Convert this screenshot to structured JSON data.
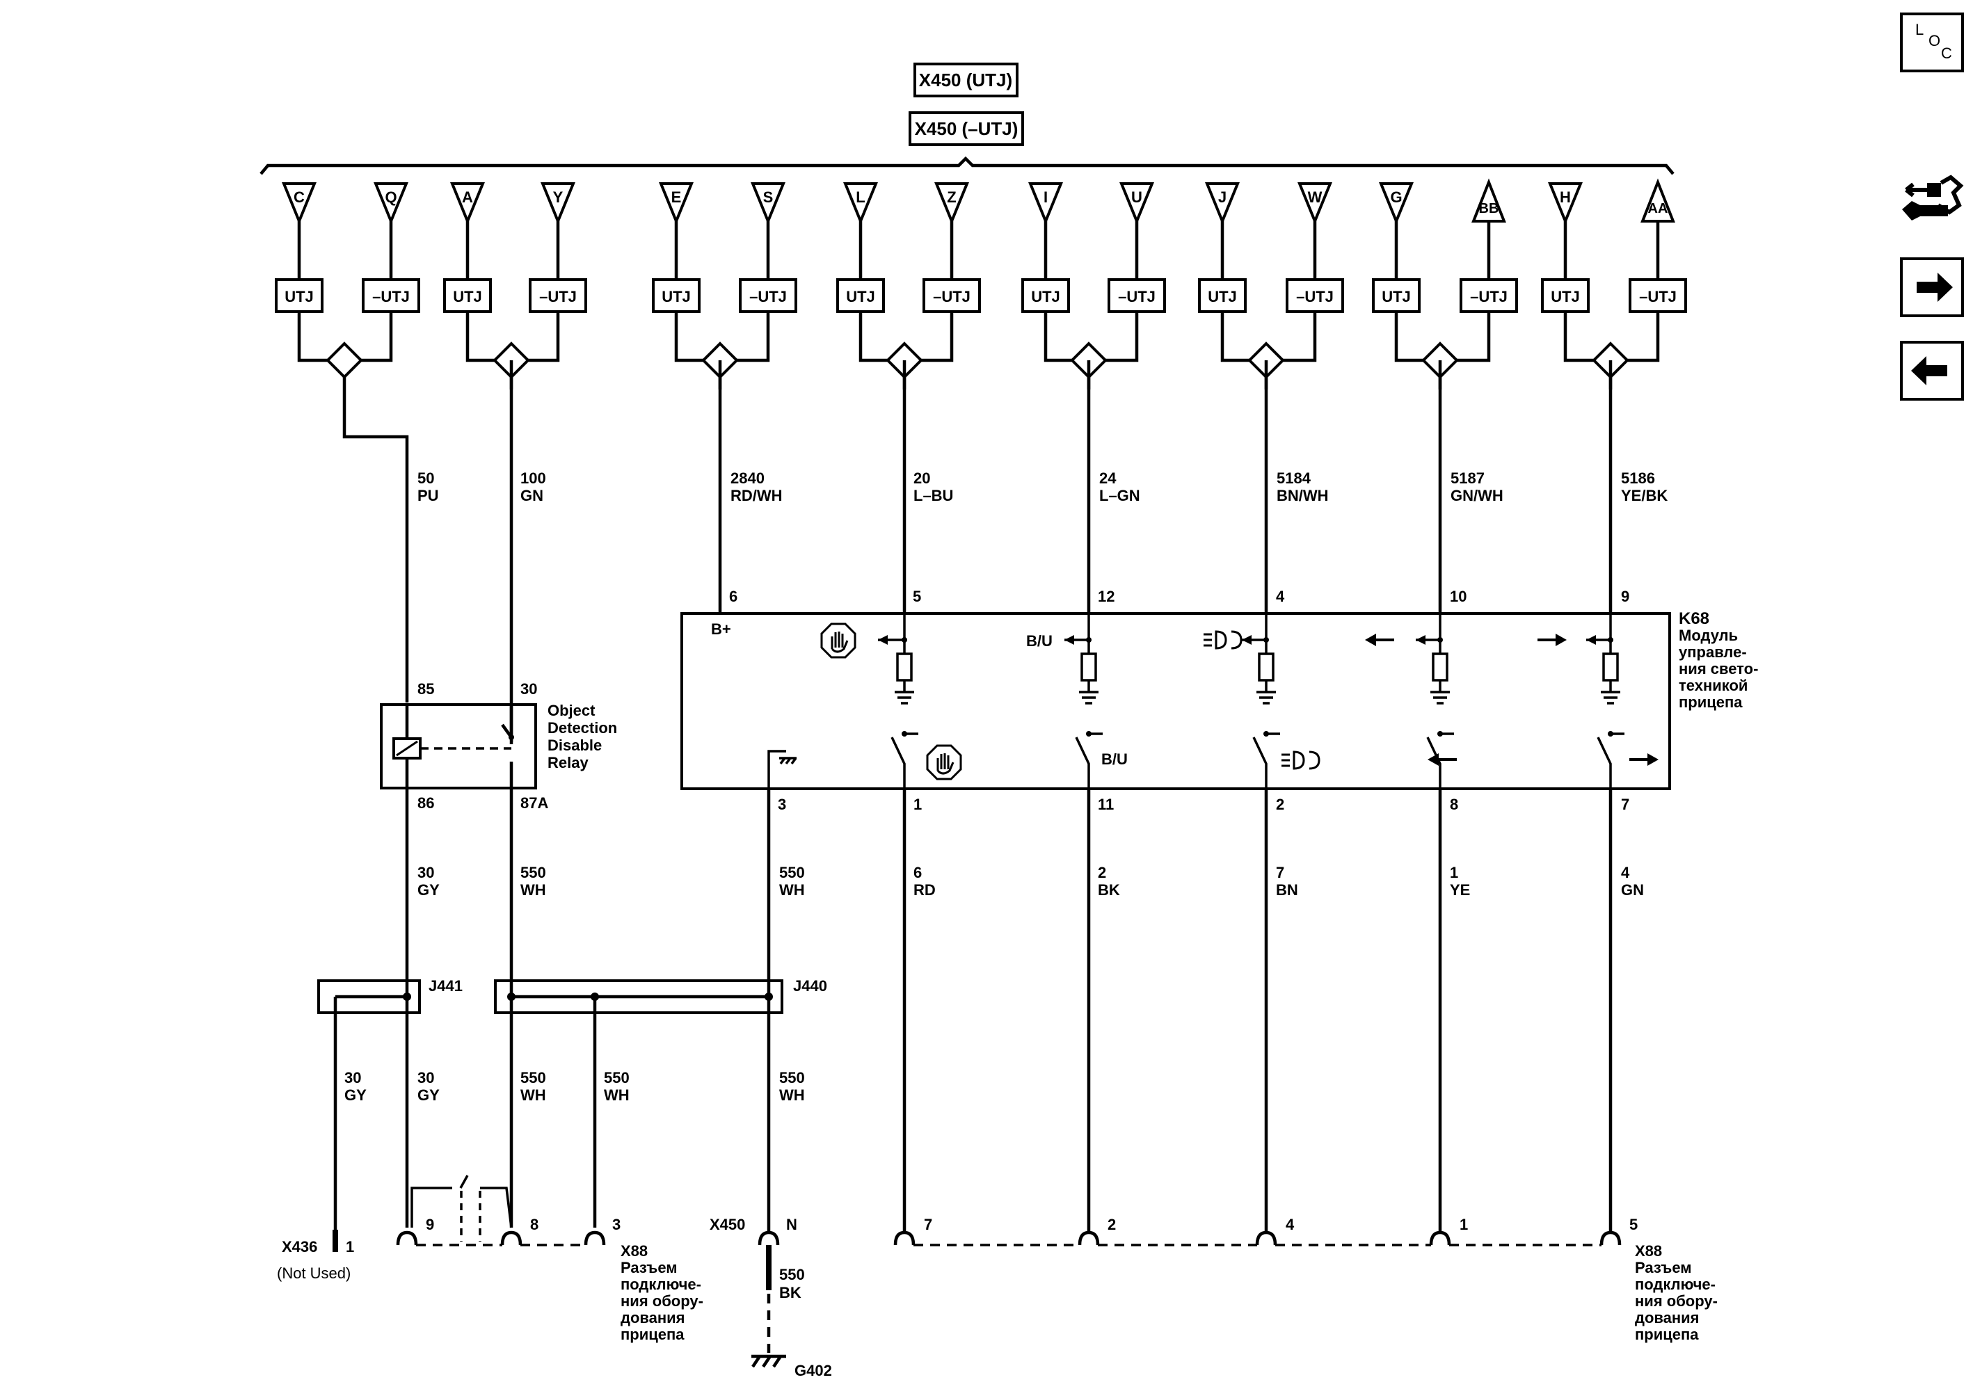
{
  "header": {
    "x450_utj": "X450 (UTJ)",
    "x450_nutj": "X450 (–UTJ)"
  },
  "pins": [
    {
      "a": "C",
      "b": "Q"
    },
    {
      "a": "A",
      "b": "Y"
    },
    {
      "a": "E",
      "b": "S"
    },
    {
      "a": "L",
      "b": "Z"
    },
    {
      "a": "I",
      "b": "U"
    },
    {
      "a": "J",
      "b": "W"
    },
    {
      "a": "G",
      "b": "BB"
    },
    {
      "a": "H",
      "b": "AA"
    }
  ],
  "option_labels": {
    "utj": "UTJ",
    "nutj": "–UTJ"
  },
  "upper_wires": [
    {
      "num": "50",
      "color": "PU"
    },
    {
      "num": "100",
      "color": "GN"
    },
    {
      "num": "2840",
      "color": "RD/WH"
    },
    {
      "num": "20",
      "color": "L–BU"
    },
    {
      "num": "24",
      "color": "L–GN"
    },
    {
      "num": "5184",
      "color": "BN/WH"
    },
    {
      "num": "5187",
      "color": "GN/WH"
    },
    {
      "num": "5186",
      "color": "YE/BK"
    }
  ],
  "module": {
    "name": "K68",
    "desc": [
      "Модуль",
      "управле-",
      "ния свето-",
      "техникой",
      "прицепа"
    ],
    "bplus": "B+",
    "top_pins": [
      "6",
      "5",
      "12",
      "4",
      "10",
      "9"
    ],
    "bottom_pins": [
      "3",
      "1",
      "11",
      "2",
      "8",
      "7"
    ],
    "bu_label": "B/U",
    "bu_label_bottom": "B/U"
  },
  "relay": {
    "name": [
      "Object",
      "Detection",
      "Disable",
      "Relay"
    ],
    "pins": [
      "85",
      "30",
      "86",
      "87A"
    ]
  },
  "mid_wires": [
    {
      "num": "30",
      "color": "GY"
    },
    {
      "num": "550",
      "color": "WH"
    },
    {
      "num": "550",
      "color": "WH"
    },
    {
      "num": "6",
      "color": "RD"
    },
    {
      "num": "2",
      "color": "BK"
    },
    {
      "num": "7",
      "color": "BN"
    },
    {
      "num": "1",
      "color": "YE"
    },
    {
      "num": "4",
      "color": "GN"
    }
  ],
  "splices": {
    "j441": "J441",
    "j440": "J440"
  },
  "lower_wires": [
    {
      "num": "30",
      "color": "GY"
    },
    {
      "num": "30",
      "color": "GY"
    },
    {
      "num": "550",
      "color": "WH"
    },
    {
      "num": "550",
      "color": "WH"
    },
    {
      "num": "550",
      "color": "WH"
    }
  ],
  "x436": {
    "name": "X436",
    "pin": "1",
    "note": "(Not Used)"
  },
  "x88_left": {
    "pins": [
      "9",
      "8",
      "3"
    ],
    "name": "X88",
    "desc": [
      "Разъем",
      "подключе-",
      "ния обору-",
      "дования",
      "прицепа"
    ]
  },
  "x450_bottom": {
    "name": "X450",
    "pin": "N",
    "wire_num": "550",
    "wire_color": "BK",
    "ground": "G402"
  },
  "x88_right": {
    "pins": [
      "7",
      "2",
      "4",
      "1",
      "5"
    ],
    "name": "X88",
    "desc": [
      "Разъем",
      "подключе-",
      "ния обору-",
      "дования",
      "прицепа"
    ]
  },
  "side_buttons": {
    "loc": [
      "L",
      "O",
      "C"
    ]
  },
  "icons": [
    "loc-icon",
    "connector-repair-icon",
    "next-arrow-icon",
    "previous-arrow-icon",
    "stop-hand-icon",
    "headlamp-icon",
    "turn-left-arrow-icon",
    "turn-right-arrow-icon"
  ]
}
